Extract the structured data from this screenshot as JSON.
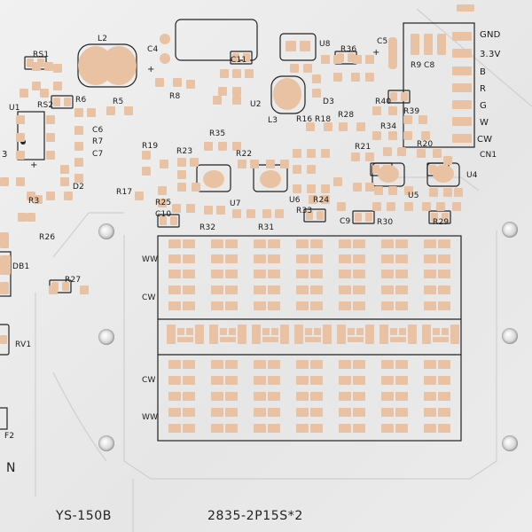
{
  "board": {
    "pad_color": "#e8c2a2",
    "outline_color": "#222222",
    "board_color": "#ececec"
  },
  "markings": {
    "model": "YS-150B",
    "led_spec": "2835-2P15S*2",
    "rows": [
      "WW",
      "CW",
      "CW",
      "WW"
    ]
  },
  "connector": {
    "name": "CN1",
    "pins": [
      "GND",
      "3.3V",
      "B",
      "R",
      "G",
      "W",
      "CW"
    ]
  },
  "designators": {
    "L2": "L2",
    "C4": "C4",
    "U8": "U8",
    "R36": "R36",
    "C5": "C5",
    "R9": "R9",
    "C8": "C8",
    "RS1": "RS1",
    "RS2": "RS2",
    "U1": "U1",
    "R8": "R8",
    "C11": "C11",
    "U2": "U2",
    "L3": "L3",
    "R16": "R16",
    "R18": "R18",
    "D3": "D3",
    "R28": "R28",
    "R40": "R40",
    "R39": "R39",
    "R34": "R34",
    "R6": "R6",
    "R5": "R5",
    "C6": "C6",
    "R7": "R7",
    "C7": "C7",
    "D2": "D2",
    "R3": "R3",
    "R19": "R19",
    "R35": "R35",
    "R23": "R23",
    "R22": "R22",
    "R21": "R21",
    "R20": "R20",
    "U4": "U4",
    "R17": "R17",
    "R25": "R25",
    "C10": "C10",
    "U7": "U7",
    "U6": "U6",
    "R24": "R24",
    "R33": "R33",
    "C9": "C9",
    "U5": "U5",
    "R32": "R32",
    "R31": "R31",
    "R30": "R30",
    "R29": "R29",
    "R26": "R26",
    "R27": "R27",
    "DB1": "DB1",
    "RV1": "RV1",
    "F2": "F2",
    "N": "N",
    "plus_a": "+",
    "plus_b": "+",
    "plus_c": "+",
    "three": "3"
  }
}
